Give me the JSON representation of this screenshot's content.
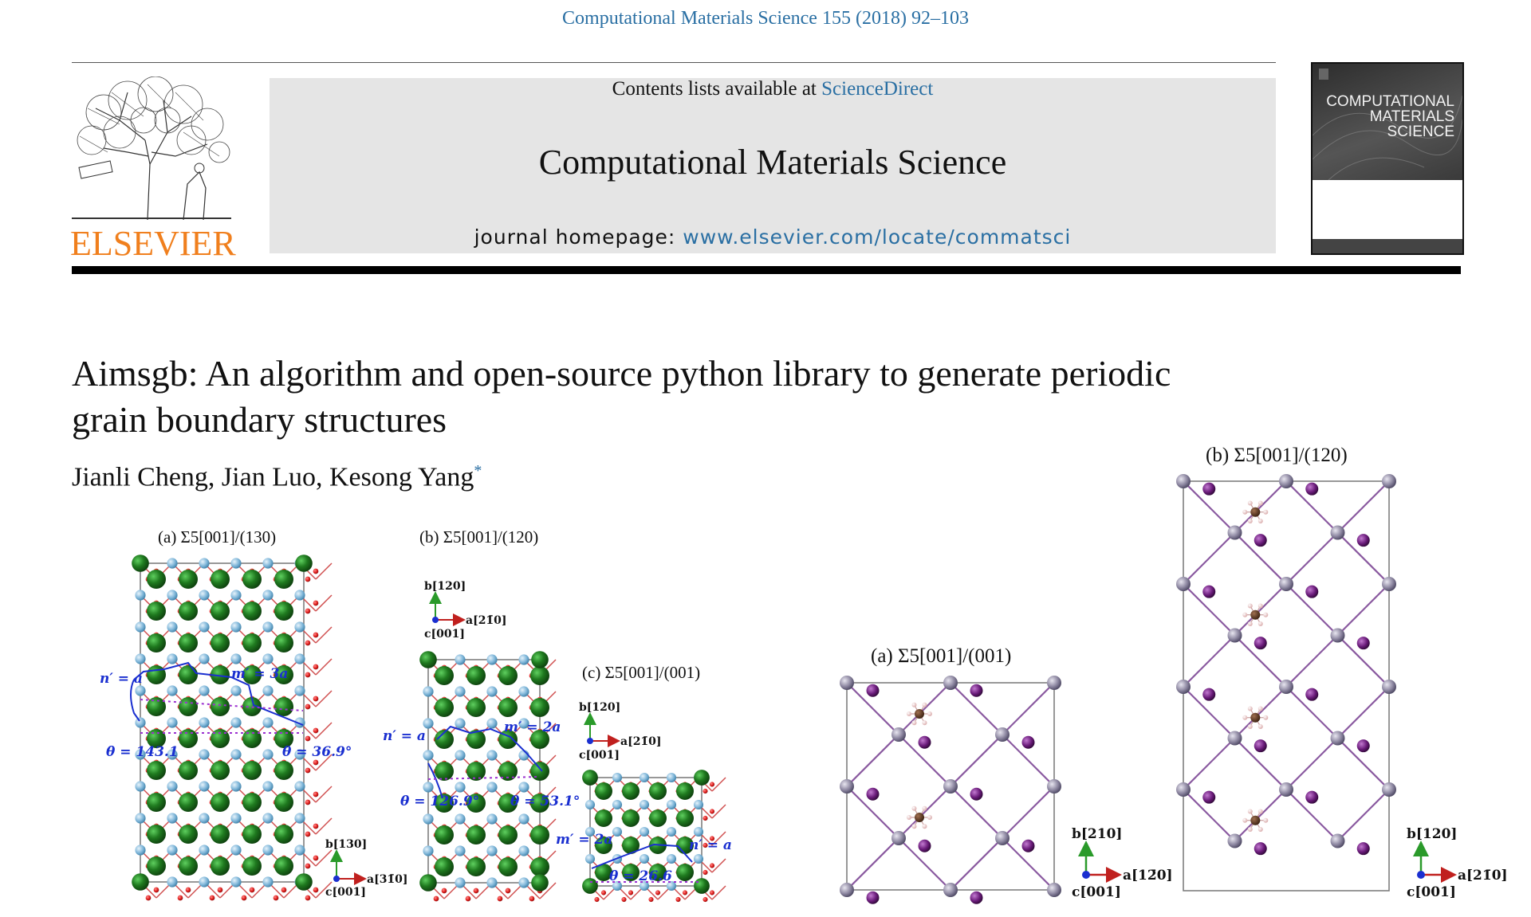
{
  "header": {
    "citation": "Computational Materials Science 155 (2018) 92–103",
    "publisher": "ELSEVIER",
    "contents_prefix": "Contents lists available at ",
    "contents_link": "ScienceDirect",
    "journal_title": "Computational Materials Science",
    "homepage_prefix": "journal homepage: ",
    "homepage_link": "www.elsevier.com/locate/commatsci",
    "cover_title": [
      "COMPUTATIONAL",
      "MATERIALS",
      "SCIENCE"
    ]
  },
  "article": {
    "title_line1": "Aimsgb: An algorithm and open-source python library to generate periodic",
    "title_line2": "grain boundary structures",
    "authors": "Jianli Cheng, Jian Luo, Kesong Yang",
    "corresponding_mark": "*"
  },
  "figure_left": {
    "panel_a": {
      "label": "(a) Σ5[001]/(130)",
      "annotations": {
        "n": "n′ = a",
        "m": "m′ = 3a",
        "theta1": "θ = 143.1",
        "theta2": "θ = 36.9°"
      },
      "axes": {
        "b": "b[130]",
        "a": "a[31̄0]",
        "c": "c[001]"
      }
    },
    "panel_b": {
      "label": "(b) Σ5[001]/(120)",
      "annotations": {
        "n": "n′ = a",
        "m": "m′ = 2a",
        "theta1": "θ = 126.9°",
        "theta2": "θ = 53.1°"
      },
      "axes": {
        "b": "b[120]",
        "a": "a[21̄0]",
        "c": "c[001]"
      }
    },
    "panel_c": {
      "label": "(c) Σ5[001]/(001)",
      "annotations": {
        "n": "n′ = a",
        "m": "m′ = 2a",
        "theta1": "θ = 26.6"
      },
      "axes": {
        "b": "b[120]",
        "a": "a[21̄0]",
        "c": "c[001]"
      }
    }
  },
  "figure_right": {
    "panel_a": {
      "label": "(a) Σ5[001]/(001)",
      "axes": {
        "b": "b[210]",
        "a": "a[12̄0]",
        "c": "c[001]"
      }
    },
    "panel_b": {
      "label": "(b) Σ5[001]/(120)",
      "axes": {
        "b": "b[120]",
        "a": "a[21̄0]",
        "c": "c[001]"
      }
    }
  },
  "colors": {
    "link_blue": "#2a6fa3",
    "elsevier_orange": "#f07f1d",
    "green_atom": "#1f7a1f",
    "light_blue_atom": "#7fb6d9",
    "red_atom": "#e0201e",
    "purple_atom": "#6a1b7a",
    "grey_atom": "#8c86a0",
    "annotation_blue": "#1a2fd0"
  }
}
